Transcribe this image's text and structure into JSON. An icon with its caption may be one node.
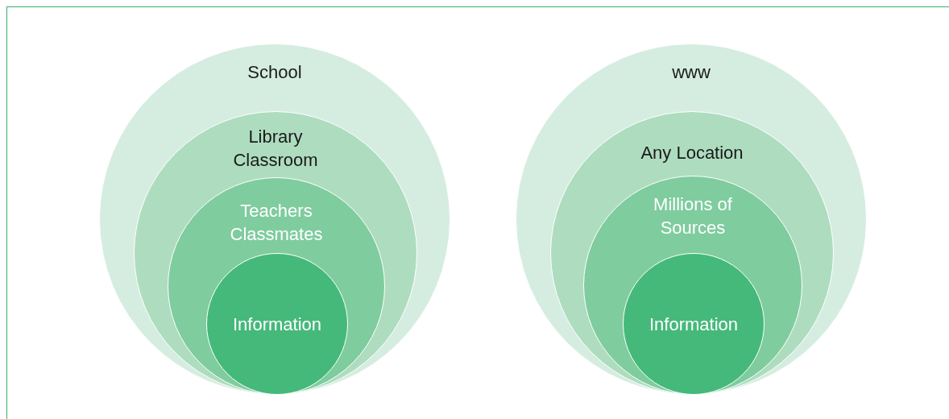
{
  "diagram": {
    "nodes": [
      {
        "text": [
          "School"
        ]
      },
      {
        "text": [
          "Library Classroom"
        ],
        "in": 0
      },
      {
        "text": [
          "Teachers Classmates"
        ],
        "in": 1
      },
      {
        "text": [
          "Information"
        ],
        "in": 2
      },
      {
        "text": [
          "www"
        ]
      },
      {
        "text": [
          "Any Location"
        ],
        "in": 4
      },
      {
        "text": [
          "Millions of Sources"
        ],
        "in": 5
      },
      {
        "text": [
          "Information"
        ],
        "in": 6
      }
    ]
  }
}
